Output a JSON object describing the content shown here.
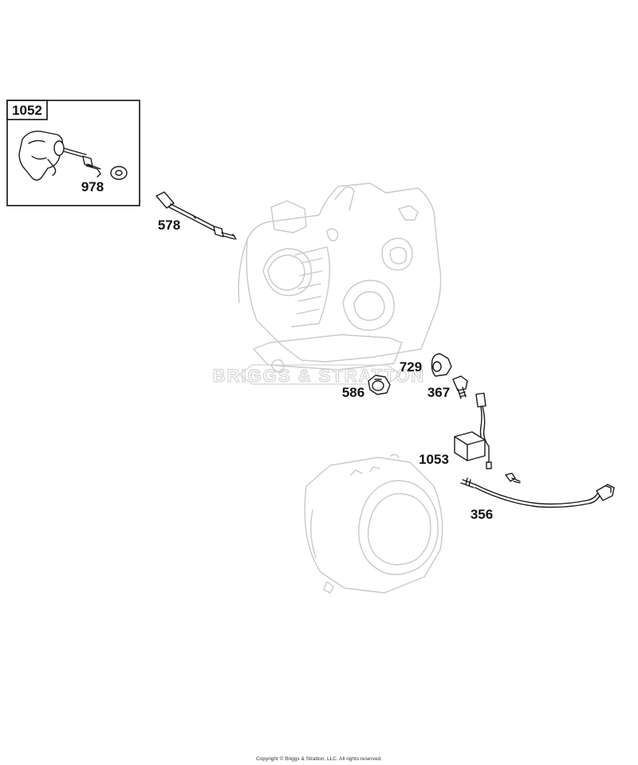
{
  "callouts": {
    "c1052": "1052",
    "c978": "978",
    "c578": "578",
    "c729": "729",
    "c367": "367",
    "c586": "586",
    "c1053": "1053",
    "c356": "356"
  },
  "watermark": "BRIGGS & STRATTON",
  "copyright": "Copyright © Briggs & Stratton, LLC. All rights reserved.",
  "colors": {
    "ink": "#1a1a1a",
    "ghost_lines": "#c9c9c9",
    "background": "#ffffff"
  }
}
